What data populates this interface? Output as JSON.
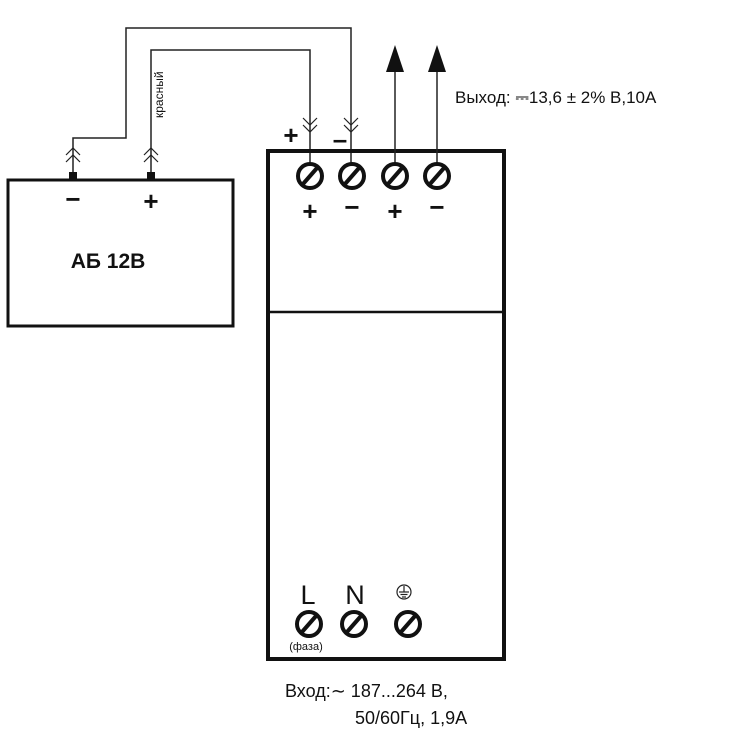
{
  "battery": {
    "label": "АБ 12В",
    "terminal_minus": "−",
    "terminal_plus": "+",
    "wire_color_label": "красный"
  },
  "psu": {
    "input_plus_label": "+",
    "input_minus_label": "–",
    "top_terminals": [
      "+",
      "−",
      "+",
      "−"
    ],
    "output_text": "Выход: ⎓13,6 ± 2% В,10А",
    "bottom_terminals": [
      "L",
      "N",
      "⏚"
    ],
    "phase_note": "(фаза)",
    "input_text_line1": "Вход:∼ 187...264 В,",
    "input_text_line2": "50/60Гц, 1,9А"
  }
}
